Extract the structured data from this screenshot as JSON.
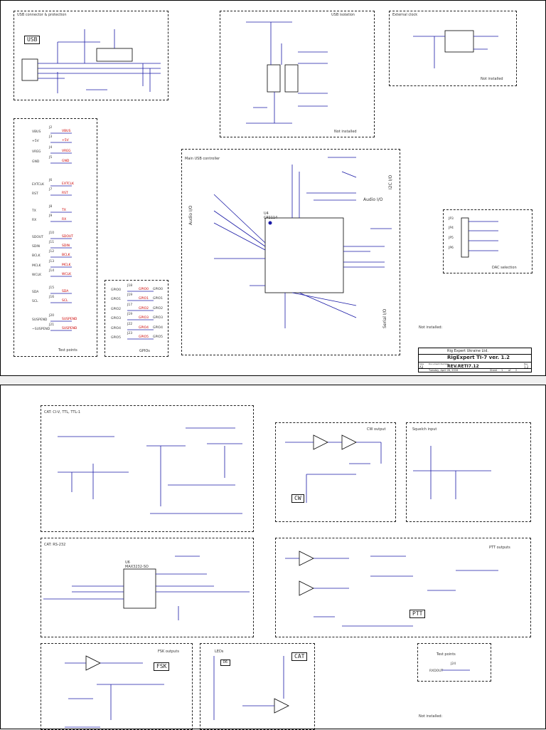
{
  "sheet1": {
    "blocks": {
      "usb_protection": {
        "title": "USB connector & protection",
        "big_label": "USB"
      },
      "usb_isolation": {
        "title": "USB isolation",
        "note": "Not installed"
      },
      "external_clock": {
        "title": "External clock",
        "note": "Not installed"
      },
      "test_points": {
        "title": "Test points",
        "rows": [
          {
            "net": "VBUS",
            "ref": "J2",
            "out": "VBUS"
          },
          {
            "net": "+5V",
            "ref": "J3",
            "out": "+5V"
          },
          {
            "net": "VREG",
            "ref": "J4",
            "out": "VREG"
          },
          {
            "net": "GND",
            "ref": "J5",
            "out": "GND"
          },
          {
            "net": "EXTCLK",
            "ref": "J6",
            "out": "EXTCLK"
          },
          {
            "net": "RST",
            "ref": "J7",
            "out": "RST"
          },
          {
            "net": "TX",
            "ref": "J8",
            "out": "TX"
          },
          {
            "net": "RX",
            "ref": "J9",
            "out": "RX"
          },
          {
            "net": "SDOUT",
            "ref": "J10",
            "out": "SDOUT"
          },
          {
            "net": "SDIN",
            "ref": "J11",
            "out": "SDIN"
          },
          {
            "net": "BCLK",
            "ref": "J12",
            "out": "BCLK"
          },
          {
            "net": "MCLK",
            "ref": "J13",
            "out": "MCLK"
          },
          {
            "net": "WCLK",
            "ref": "J14",
            "out": "WCLK"
          },
          {
            "net": "SDA",
            "ref": "J15",
            "out": "SDA"
          },
          {
            "net": "SCL",
            "ref": "J16",
            "out": "SCL"
          },
          {
            "net": "SUSPEND",
            "ref": "J20",
            "out": "SUSPEND"
          },
          {
            "net": "~SUSPEND",
            "ref": "J21",
            "out": "SUSPEND"
          }
        ]
      },
      "gpios": {
        "title": "GPIOs",
        "rows": [
          {
            "net": "GPIO0",
            "ref": "J18"
          },
          {
            "net": "GPIO1",
            "ref": "J19"
          },
          {
            "net": "GPIO2",
            "ref": "J17"
          },
          {
            "net": "GPIO3",
            "ref": "J19"
          },
          {
            "net": "GPIO4",
            "ref": "J22"
          },
          {
            "net": "GPIO5",
            "ref": "J23"
          }
        ]
      },
      "main_usb": {
        "title": "Main USB controller",
        "chip_ref": "U4",
        "chip_name": "CP2114",
        "side_audio_left": "Audio I/O",
        "side_audio_right": "Audio I/O",
        "side_i2c": "I2C I/O",
        "side_serial": "Serial I/O"
      },
      "dac_selection": {
        "title": "DAC selection",
        "jumpers": [
          "JP3",
          "JP4",
          "JP5",
          "JP6"
        ]
      }
    },
    "sheet_note": "Not installed:",
    "title_block": {
      "company": "Rig Expert Ukraine Ltd.",
      "title": "RigExpert TI-7 ver. 1.2",
      "doc": "REV.RETI7.12",
      "size_label": "Size",
      "size": "A3",
      "docnum_label": "Document Number",
      "rev_label": "Rev",
      "rev": "1.2",
      "date": "Tuesday, April 26, 2016",
      "sheet_label": "Sheet",
      "sheet": "1",
      "of": "of",
      "total": "2"
    }
  },
  "sheet2": {
    "blocks": {
      "cat": {
        "title": "CAT: CI-V, TTL, TTL-1"
      },
      "cw": {
        "title": "CW output",
        "big_label": "CW"
      },
      "squelch": {
        "title": "Squelch input"
      },
      "rs232": {
        "title": "CAT: RS-232",
        "chip_ref": "U6",
        "chip_name": "MAX3232-SO"
      },
      "ptt": {
        "title": "PTT outputs",
        "big_label": "PTT"
      },
      "fsk": {
        "title": "FSK outputs",
        "big_label": "FSK"
      },
      "leds": {
        "title": "LEDs",
        "big_label": "CAT",
        "d": "D6"
      },
      "test_points2": {
        "title": "Test points",
        "ref": "J24",
        "net": "RXDOUT"
      }
    },
    "sheet_note": "Not installed:"
  },
  "colors": {
    "wire": "#1a1aa6",
    "net": "#cc0000",
    "text": "#333333"
  }
}
